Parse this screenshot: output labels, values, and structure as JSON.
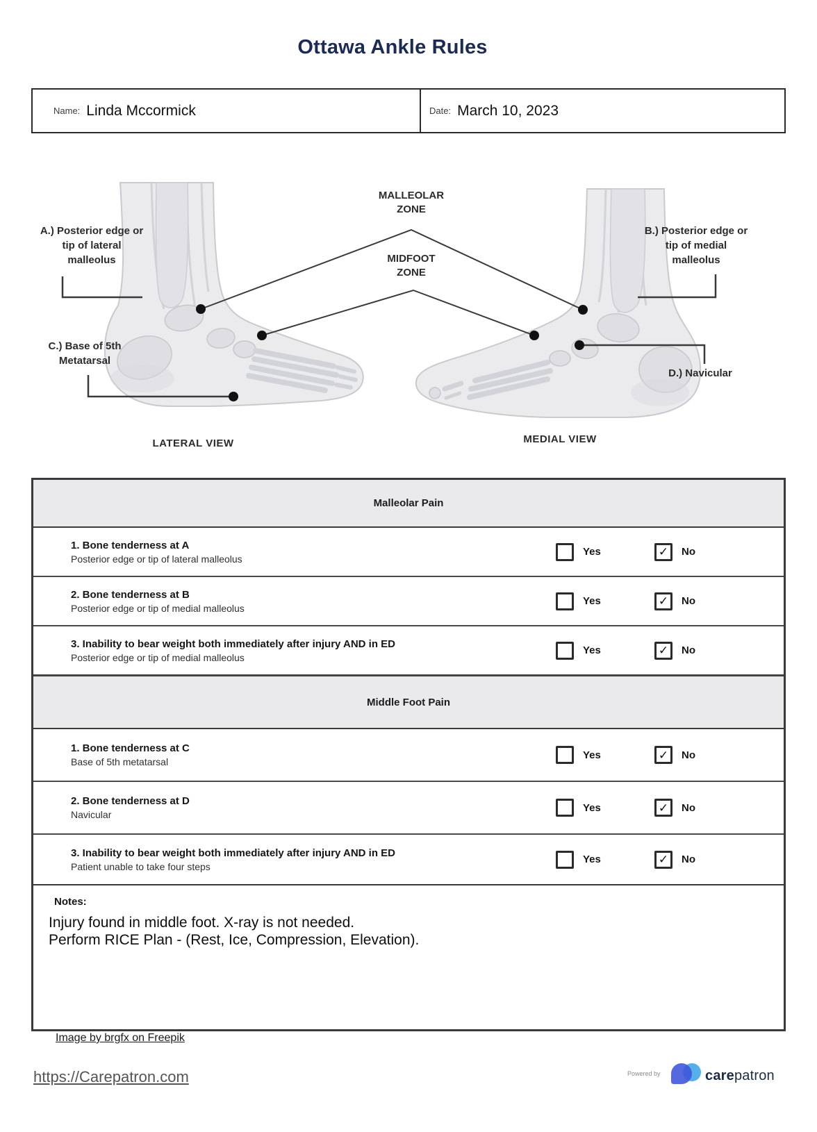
{
  "title": "Ottawa Ankle Rules",
  "patient": {
    "name_label": "Name:",
    "name_value": "Linda Mccormick",
    "date_label": "Date:",
    "date_value": "March 10, 2023"
  },
  "diagram": {
    "malleolar_zone_label": [
      "MALLEOLAR",
      "ZONE"
    ],
    "midfoot_zone_label": [
      "MIDFOOT",
      "ZONE"
    ],
    "label_a": [
      "A.) Posterior edge or",
      "tip of lateral",
      "malleolus"
    ],
    "label_b": [
      "B.) Posterior edge or",
      "tip of medial",
      "malleolus"
    ],
    "label_c": [
      "C.) Base of 5th",
      "Metatarsal"
    ],
    "label_d": "D.) Navicular",
    "lateral_view_label": "LATERAL VIEW",
    "medial_view_label": "MEDIAL VIEW"
  },
  "table": {
    "check_glyph": "✓",
    "yes_label": "Yes",
    "no_label": "No",
    "sections": [
      {
        "header": "Malleolar Pain",
        "rows": [
          {
            "title": "1. Bone tenderness at A",
            "subtitle": "Posterior edge or tip of lateral malleolus",
            "yes_checked": false,
            "no_checked": true
          },
          {
            "title": "2. Bone tenderness at B",
            "subtitle": "Posterior edge or tip of medial malleolus",
            "yes_checked": false,
            "no_checked": true
          },
          {
            "title": "3. Inability to bear weight both immediately after injury AND in ED",
            "subtitle": "Posterior edge or tip of medial malleolus",
            "yes_checked": false,
            "no_checked": true
          }
        ]
      },
      {
        "header": "Middle Foot Pain",
        "rows": [
          {
            "title": "1. Bone tenderness at C",
            "subtitle": "Base of 5th metatarsal",
            "yes_checked": false,
            "no_checked": true
          },
          {
            "title": "2. Bone tenderness at D",
            "subtitle": "Navicular",
            "yes_checked": false,
            "no_checked": true
          },
          {
            "title": "3. Inability to bear weight both immediately after injury AND in ED",
            "subtitle": "Patient unable to take four steps",
            "yes_checked": false,
            "no_checked": true
          }
        ]
      }
    ]
  },
  "notes": {
    "label": "Notes:",
    "lines": [
      "Injury found in middle foot. X-ray is not needed.",
      "Perform RICE Plan -  (Rest, Ice, Compression, Elevation)."
    ]
  },
  "footer": {
    "image_credit": "Image by brgfx on Freepik",
    "site_url": "https://Carepatron.com",
    "powered_by": "Powered by",
    "brand_care": "care",
    "brand_patron": "patron"
  },
  "colors": {
    "title_navy": "#1c2b54",
    "logo_blue_dark": "#3d53d8",
    "logo_blue_light": "#55b0ea",
    "brand_navy": "#1d2b45"
  }
}
